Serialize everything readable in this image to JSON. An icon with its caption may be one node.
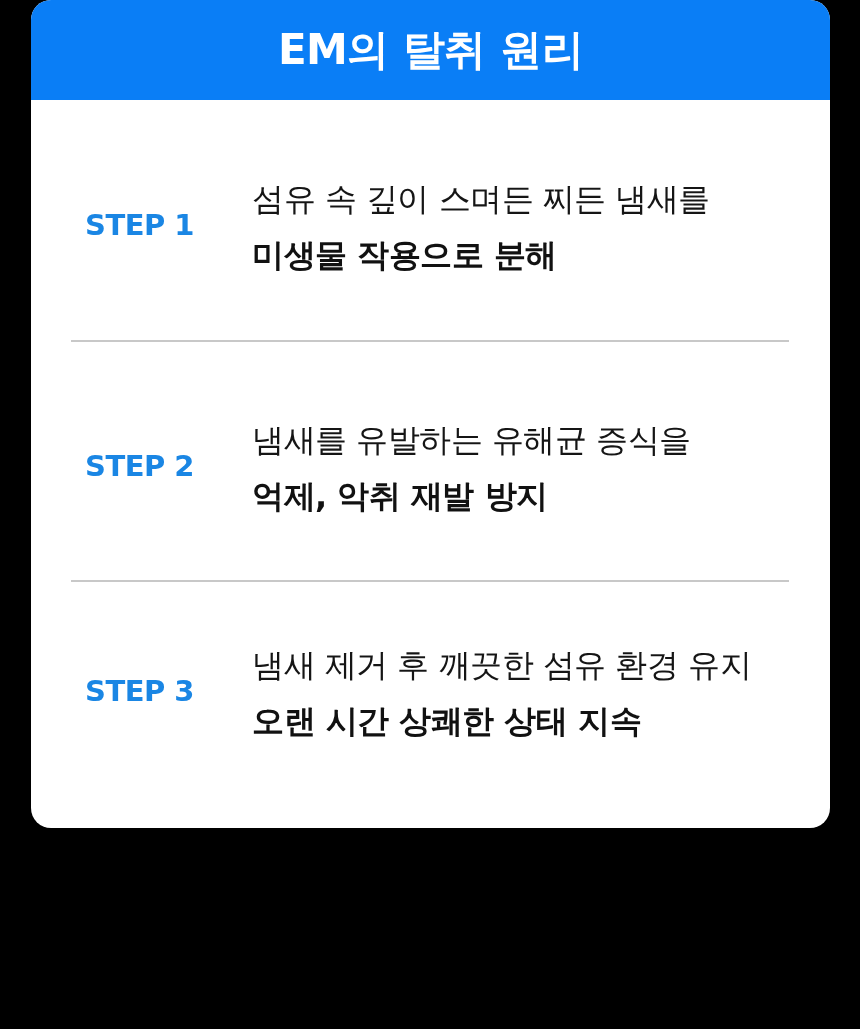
{
  "diagram": {
    "title": "EM의 탈취 원리",
    "labels": [
      "STEP 1",
      "섬유 속 깊이 스며든 찌든 냄새를",
      "미생물 작용으로 분해",
      "STEP 2",
      "냄새를 유발하는 유해균 증식을",
      "억제, 악취 재발 방지",
      "STEP 3",
      "냄새 제거 후 깨끗한 섬유 환경 유지",
      "오랜 시간 상쾌한 상태 지속"
    ]
  }
}
